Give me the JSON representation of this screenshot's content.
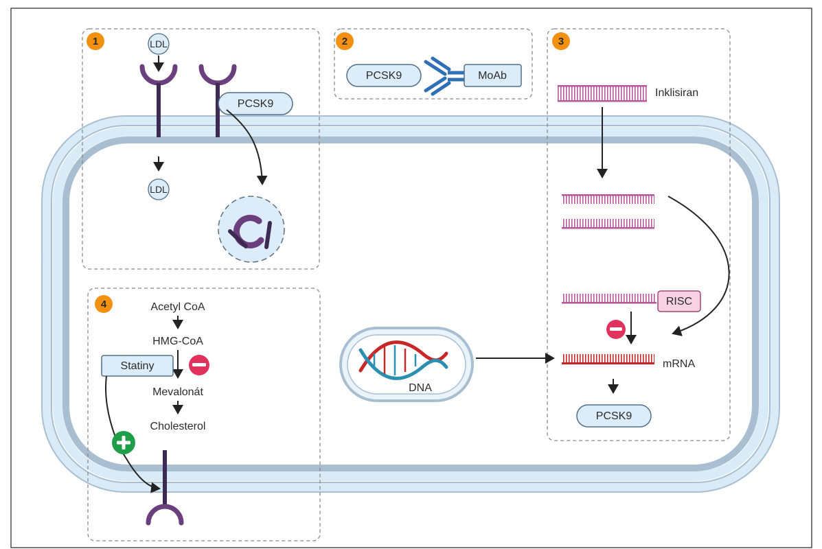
{
  "panels": [
    {
      "number": "1"
    },
    {
      "number": "2"
    },
    {
      "number": "3"
    },
    {
      "number": "4"
    }
  ],
  "labels": {
    "ldl_outside": "LDL",
    "ldl_inside": "LDL",
    "pcsk9_bound": "PCSK9",
    "pcsk9_antibody": "PCSK9",
    "moab": "MoAb",
    "inklisiran": "Inklisiran",
    "risc": "RISC",
    "mrna": "mRNA",
    "pcsk9_product": "PCSK9",
    "dna": "DNA",
    "acetyl_coa": "Acetyl CoA",
    "hmg_coa": "HMG-CoA",
    "statiny": "Statiny",
    "mevalonat": "Mevalonát",
    "cholesterol": "Cholesterol"
  },
  "colors": {
    "membrane_outer": "#a9bfd1",
    "membrane_inner": "#d8ebf7",
    "receptor": "#6b3f7d",
    "sirna": "#b5579e",
    "mrna": "#c62828",
    "badge": "#f29111",
    "inhibit": "#e0325c",
    "activate": "#1f9e4a",
    "label_fill": "#dcecf8",
    "label_stroke": "#4e6f89",
    "risc_fill": "#f7d2e2",
    "antibody": "#2f6fb5"
  }
}
